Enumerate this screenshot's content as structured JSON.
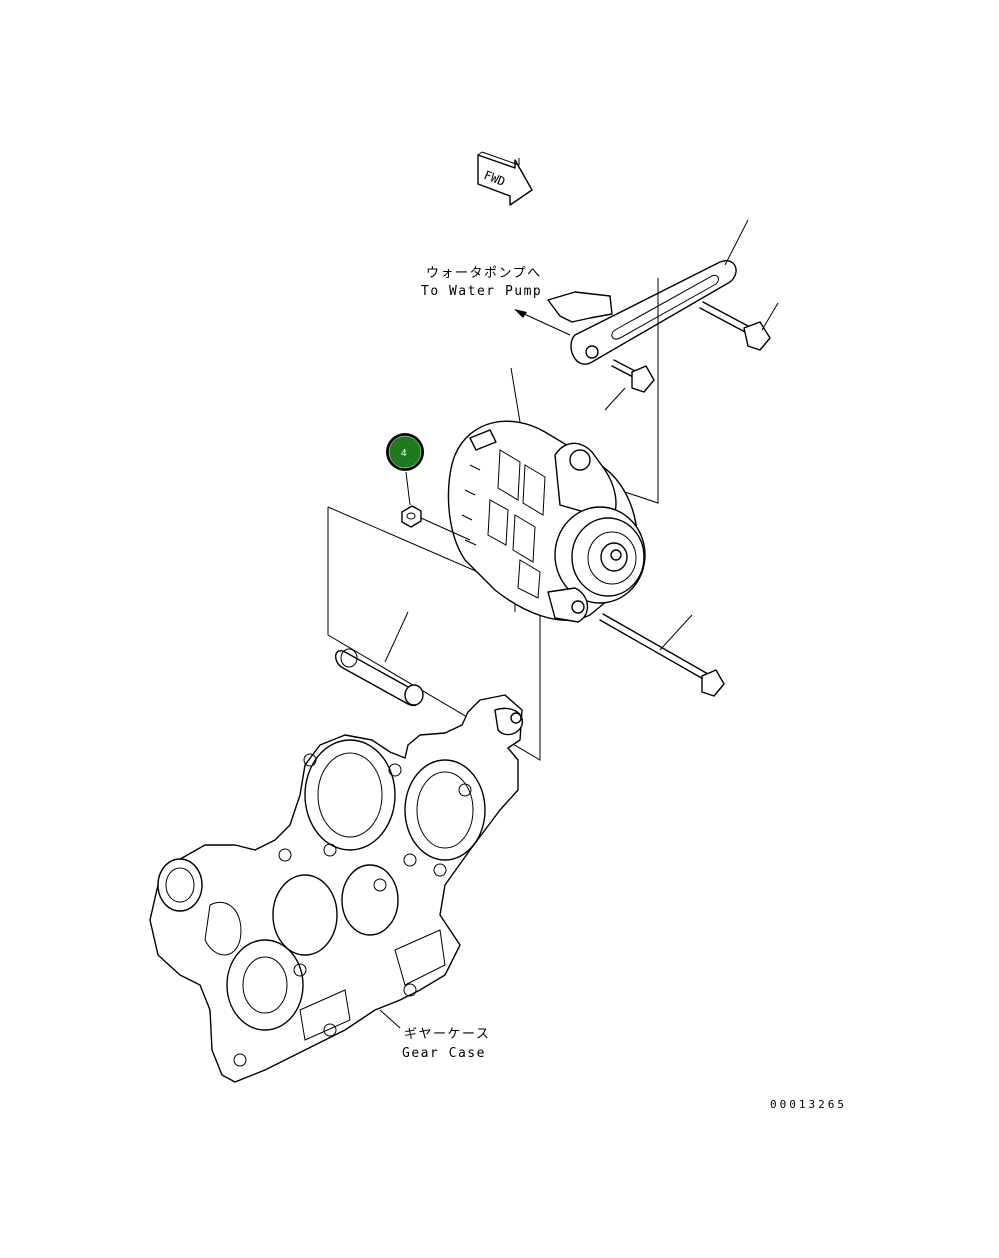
{
  "direction_marker": {
    "label": "FWD"
  },
  "labels": {
    "water_pump_jp": "ウォータポンプへ",
    "water_pump_en": "To Water Pump",
    "gear_case_jp": "ギヤーケース",
    "gear_case_en": "Gear Case"
  },
  "callouts": [
    {
      "number": "4",
      "color": "#1e7a1e"
    }
  ],
  "drawing_code": "00013265"
}
